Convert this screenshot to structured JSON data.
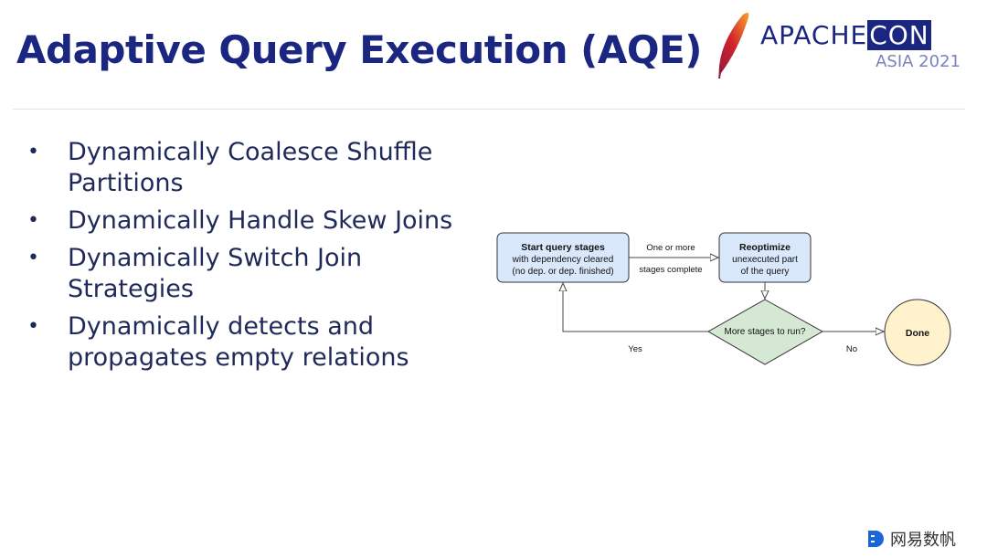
{
  "slide": {
    "title": "Adaptive Query Execution  (AQE)",
    "accent_color": "#1a2680"
  },
  "logo": {
    "brand_prefix": "APACHE",
    "brand_suffix": "CON",
    "event": "ASIA 2021"
  },
  "bullets": [
    "Dynamically Coalesce Shuffle Partitions",
    "Dynamically Handle Skew Joins",
    "Dynamically Switch Join Strategies",
    "Dynamically detects and propagates empty relations"
  ],
  "bullet_lines": [
    [
      "Dynamically Coalesce Shuffle",
      "Partitions"
    ],
    [
      "Dynamically Handle Skew Joins"
    ],
    [
      "Dynamically Switch Join",
      "Strategies"
    ],
    [
      "Dynamically detects and",
      "propagates empty relations"
    ]
  ],
  "diagram": {
    "start_box": {
      "title": "Start query stages",
      "line2": "with dependency cleared",
      "line3": "(no dep. or dep. finished)"
    },
    "reopt_box": {
      "title": "Reoptimize",
      "line2": "unexecuted part",
      "line3": "of the query"
    },
    "edge_top": {
      "line1": "One or more",
      "line2": "stages complete"
    },
    "decision": "More stages to run?",
    "yes_label": "Yes",
    "no_label": "No",
    "done": "Done",
    "colors": {
      "box_fill": "#dae8fc",
      "diamond_fill": "#d5e8d4",
      "done_fill": "#fff2cc"
    }
  },
  "footer": {
    "company": "网易数帆"
  }
}
